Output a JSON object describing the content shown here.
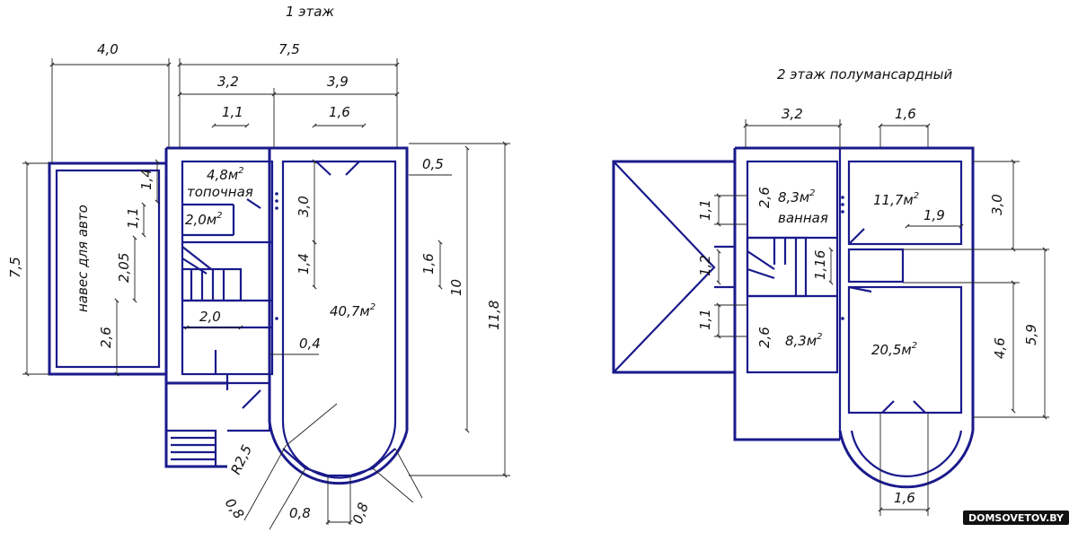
{
  "floor1": {
    "title": "1 этаж",
    "dims": {
      "d_4_0": "4,0",
      "d_7_5_top": "7,5",
      "d_3_2": "3,2",
      "d_3_9": "3,9",
      "d_1_1_top": "1,1",
      "d_1_6_top": "1,6",
      "d_0_5": "0,5",
      "d_1_4_left": "1,4",
      "d_1_1_left": "1,1",
      "d_2_05": "2,05",
      "d_2_6": "2,6",
      "d_7_5_left": "7,5",
      "d_3_0": "3,0",
      "d_1_4_mid": "1,4",
      "d_2_0": "2,0",
      "d_0_4": "0,4",
      "d_1_6_right": "1,6",
      "d_10": "10",
      "d_11_8": "11,8",
      "d_r2_5": "R2,5",
      "d_0_8_a": "0,8",
      "d_0_8_b": "0,8",
      "d_0_8_c": "0,8"
    },
    "rooms": {
      "pantry_area": "4,8м",
      "pantry_area_sup": "2",
      "pantry_name": "топочная",
      "small_area": "2,0м",
      "small_area_sup": "2",
      "main_area": "40,7м",
      "main_area_sup": "2",
      "carport": "навес для авто"
    }
  },
  "floor2": {
    "title": "2 этаж полумансардный",
    "dims": {
      "d_3_2": "3,2",
      "d_1_6_top": "1,6",
      "d_3_0": "3,0",
      "d_1_9": "1,9",
      "d_1_1_a": "1,1",
      "d_1_2": "1,2",
      "d_1_1_b": "1,1",
      "d_1_16": "1,16",
      "d_2_6_a": "2,6",
      "d_2_6_b": "2,6",
      "d_4_6": "4,6",
      "d_5_9": "5,9",
      "d_1_6_bottom": "1,6"
    },
    "rooms": {
      "bath_area": "8,3м",
      "bath_area_sup": "2",
      "bath_name": "ванная",
      "room2_area": "8,3м",
      "room2_area_sup": "2",
      "room3_area": "11,7м",
      "room3_area_sup": "2",
      "room4_area": "20,5м",
      "room4_area_sup": "2"
    }
  },
  "watermark": "DOMSOVETOV.BY",
  "colors": {
    "wall": "#1a1a8c",
    "dimension": "#222222"
  }
}
